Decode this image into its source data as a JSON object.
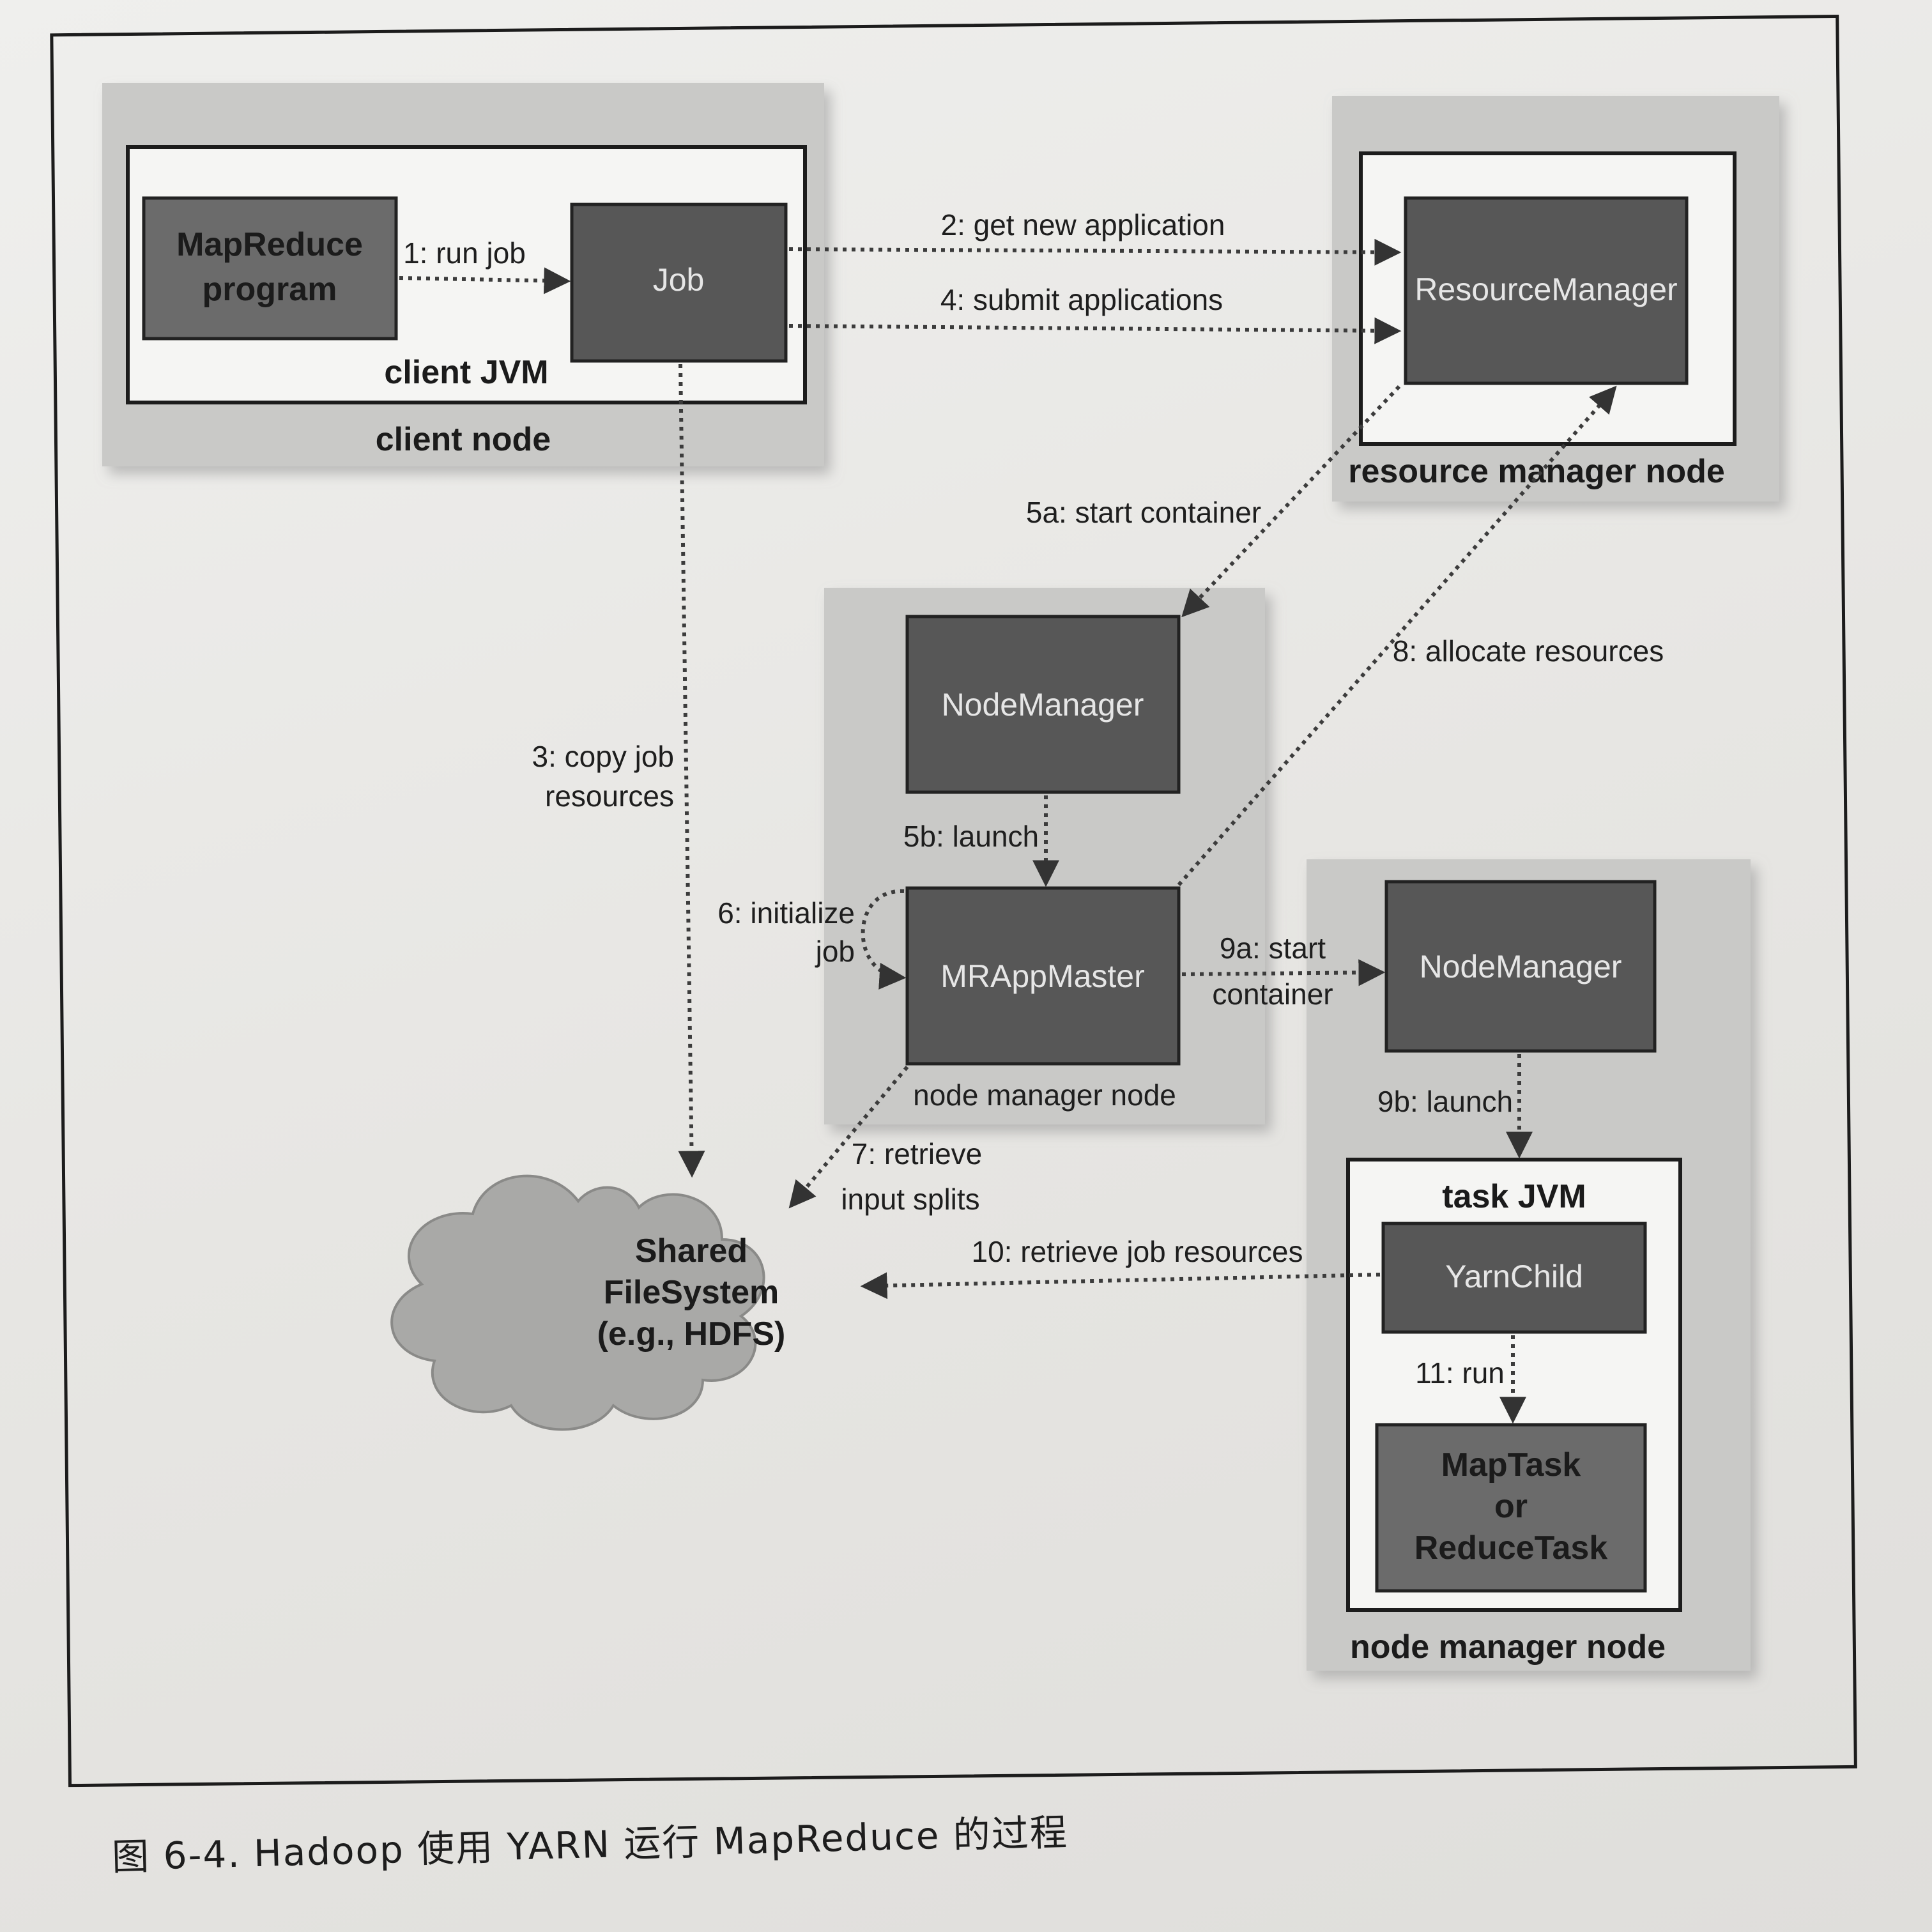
{
  "diagram": {
    "nodes": {
      "client_node": "client node",
      "client_jvm": "client JVM",
      "mapreduce_program_line1": "MapReduce",
      "mapreduce_program_line2": "program",
      "job": "Job",
      "resource_manager": "ResourceManager",
      "resource_manager_node": "resource manager node",
      "node_manager_1": "NodeManager",
      "mr_app_master": "MRAppMaster",
      "node_manager_node_1": "node manager node",
      "node_manager_2": "NodeManager",
      "task_jvm": "task JVM",
      "yarn_child": "YarnChild",
      "task_line1": "MapTask",
      "task_line2": "or",
      "task_line3": "ReduceTask",
      "node_manager_node_2": "node manager node",
      "shared_fs_line1": "Shared",
      "shared_fs_line2": "FileSystem",
      "shared_fs_line3": "(e.g., HDFS)"
    },
    "edges": {
      "run_job": "1: run job",
      "get_new_application": "2: get new application",
      "copy_job_resources_line1": "3: copy job",
      "copy_job_resources_line2": "resources",
      "submit_applications": "4: submit applications",
      "start_container_5a": "5a: start container",
      "launch_5b": "5b: launch",
      "initialize_job_line1": "6: initialize",
      "initialize_job_line2": "job",
      "retrieve_input_splits_line1": "7: retrieve",
      "retrieve_input_splits_line2": "input splits",
      "allocate_resources": "8: allocate resources",
      "start_container_9a_line1": "9a: start",
      "start_container_9a_line2": "container",
      "launch_9b": "9b: launch",
      "retrieve_job_resources": "10: retrieve job resources",
      "run_11": "11: run"
    }
  },
  "caption": "图 6-4. Hadoop 使用 YARN 运行 MapReduce 的过程",
  "colors": {
    "node_panel": "#c9c9c7",
    "dark_box": "#575757",
    "mid_box": "#6b6b6b",
    "line": "#3c3c3c"
  }
}
